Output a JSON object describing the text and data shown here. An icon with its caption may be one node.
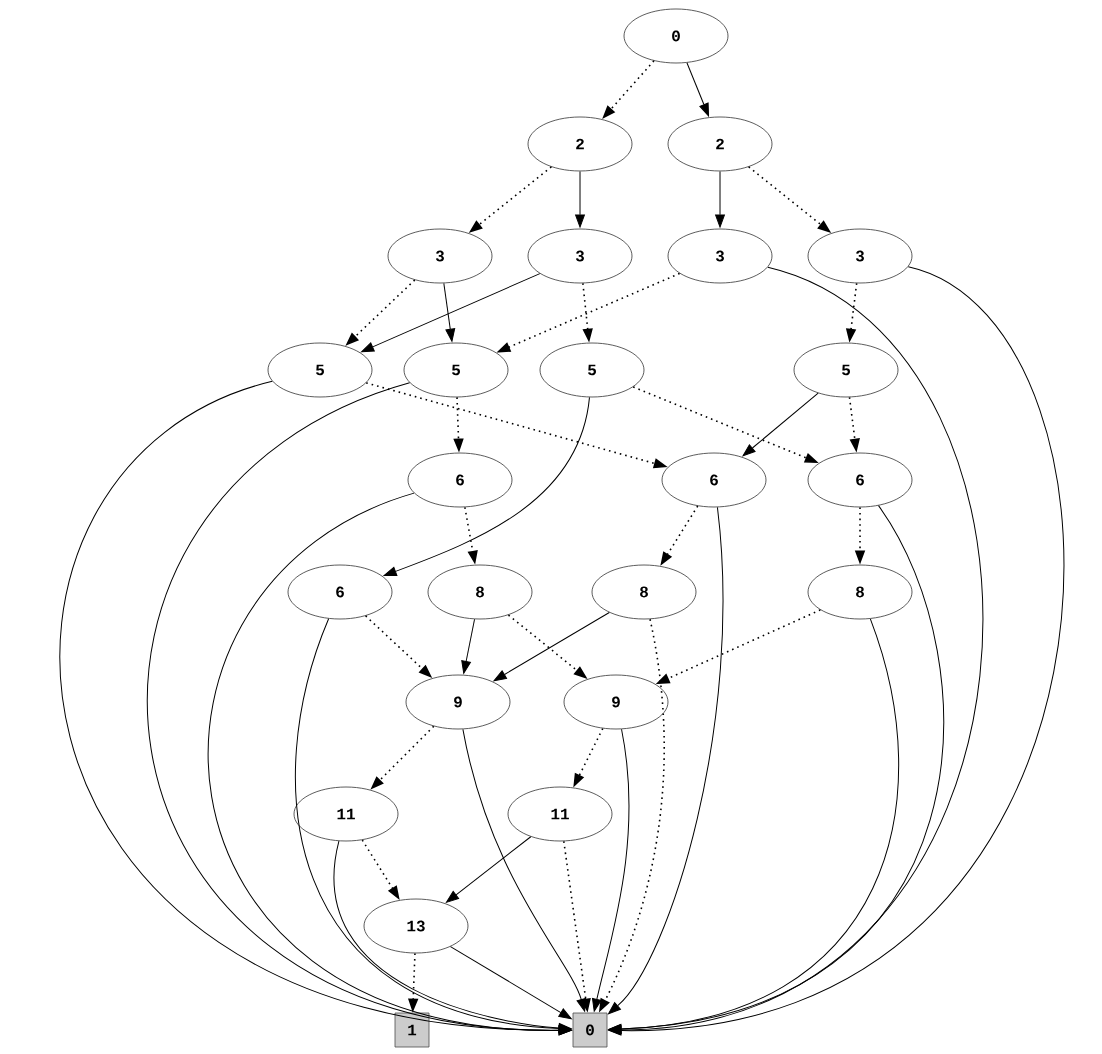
{
  "diagram": {
    "nodes": [
      {
        "text": [
          "0"
        ]
      },
      {
        "text": [
          "2"
        ]
      },
      {
        "text": [
          "2"
        ]
      },
      {
        "text": [
          "3"
        ]
      },
      {
        "text": [
          "3"
        ]
      },
      {
        "text": [
          "3"
        ]
      },
      {
        "text": [
          "3"
        ]
      },
      {
        "text": [
          "5"
        ]
      },
      {
        "text": [
          "5"
        ]
      },
      {
        "text": [
          "5"
        ]
      },
      {
        "text": [
          "5"
        ]
      },
      {
        "text": [
          "6"
        ]
      },
      {
        "text": [
          "6"
        ]
      },
      {
        "text": [
          "6"
        ]
      },
      {
        "text": [
          "6"
        ]
      },
      {
        "text": [
          "8"
        ]
      },
      {
        "text": [
          "8"
        ]
      },
      {
        "text": [
          "8"
        ]
      },
      {
        "text": [
          "9"
        ]
      },
      {
        "text": [
          "9"
        ]
      },
      {
        "text": [
          "11"
        ]
      },
      {
        "text": [
          "11"
        ]
      },
      {
        "text": [
          "13"
        ]
      },
      {
        "text": [
          "1"
        ]
      },
      {
        "text": [
          "0"
        ]
      }
    ],
    "edges": [
      {
        "from": 0,
        "to": 1,
        "arrow": "to",
        "style": "dashed"
      },
      {
        "from": 0,
        "to": 2,
        "arrow": "to"
      },
      {
        "from": 1,
        "to": 3,
        "arrow": "to",
        "style": "dashed"
      },
      {
        "from": 1,
        "to": 4,
        "arrow": "to"
      },
      {
        "from": 2,
        "to": 5,
        "arrow": "to"
      },
      {
        "from": 2,
        "to": 6,
        "arrow": "to",
        "style": "dashed"
      },
      {
        "from": 3,
        "to": 7,
        "arrow": "to",
        "style": "dashed"
      },
      {
        "from": 3,
        "to": 8,
        "arrow": "to"
      },
      {
        "from": 4,
        "to": 7,
        "arrow": "to"
      },
      {
        "from": 4,
        "to": 9,
        "arrow": "to",
        "style": "dashed"
      },
      {
        "from": 5,
        "to": 8,
        "arrow": "to",
        "style": "dashed"
      },
      {
        "from": 5,
        "to": 24,
        "arrow": "to"
      },
      {
        "from": 6,
        "to": 10,
        "arrow": "to",
        "style": "dashed"
      },
      {
        "from": 6,
        "to": 24,
        "arrow": "to"
      },
      {
        "from": 7,
        "to": 12,
        "arrow": "to",
        "style": "dashed"
      },
      {
        "from": 7,
        "to": 24,
        "arrow": "to"
      },
      {
        "from": 8,
        "to": 11,
        "arrow": "to",
        "style": "dashed"
      },
      {
        "from": 8,
        "to": 24,
        "arrow": "to"
      },
      {
        "from": 9,
        "to": 14,
        "arrow": "to"
      },
      {
        "from": 9,
        "to": 13,
        "arrow": "to",
        "style": "dashed"
      },
      {
        "from": 10,
        "to": 12,
        "arrow": "to"
      },
      {
        "from": 10,
        "to": 13,
        "arrow": "to",
        "style": "dashed"
      },
      {
        "from": 11,
        "to": 15,
        "arrow": "to",
        "style": "dashed"
      },
      {
        "from": 11,
        "to": 24,
        "arrow": "to"
      },
      {
        "from": 12,
        "to": 16,
        "arrow": "to",
        "style": "dashed"
      },
      {
        "from": 12,
        "to": 24,
        "arrow": "to"
      },
      {
        "from": 13,
        "to": 17,
        "arrow": "to",
        "style": "dashed"
      },
      {
        "from": 13,
        "to": 24,
        "arrow": "to"
      },
      {
        "from": 14,
        "to": 18,
        "arrow": "to",
        "style": "dashed"
      },
      {
        "from": 14,
        "to": 24,
        "arrow": "to"
      },
      {
        "from": 15,
        "to": 18,
        "arrow": "to"
      },
      {
        "from": 15,
        "to": 19,
        "arrow": "to",
        "style": "dashed"
      },
      {
        "from": 16,
        "to": 18,
        "arrow": "to"
      },
      {
        "from": 16,
        "to": 24,
        "arrow": "to",
        "style": "dashed"
      },
      {
        "from": 17,
        "to": 19,
        "arrow": "to",
        "style": "dashed"
      },
      {
        "from": 17,
        "to": 24,
        "arrow": "to"
      },
      {
        "from": 18,
        "to": 20,
        "arrow": "to",
        "style": "dashed"
      },
      {
        "from": 18,
        "to": 24,
        "arrow": "to"
      },
      {
        "from": 19,
        "to": 21,
        "arrow": "to",
        "style": "dashed"
      },
      {
        "from": 19,
        "to": 24,
        "arrow": "to"
      },
      {
        "from": 20,
        "to": 22,
        "arrow": "to",
        "style": "dashed"
      },
      {
        "from": 20,
        "to": 24,
        "arrow": "to"
      },
      {
        "from": 21,
        "to": 22,
        "arrow": "to"
      },
      {
        "from": 21,
        "to": 24,
        "arrow": "to",
        "style": "dashed"
      },
      {
        "from": 22,
        "to": 23,
        "arrow": "to",
        "style": "dashed"
      },
      {
        "from": 22,
        "to": 24,
        "arrow": "to"
      }
    ]
  }
}
